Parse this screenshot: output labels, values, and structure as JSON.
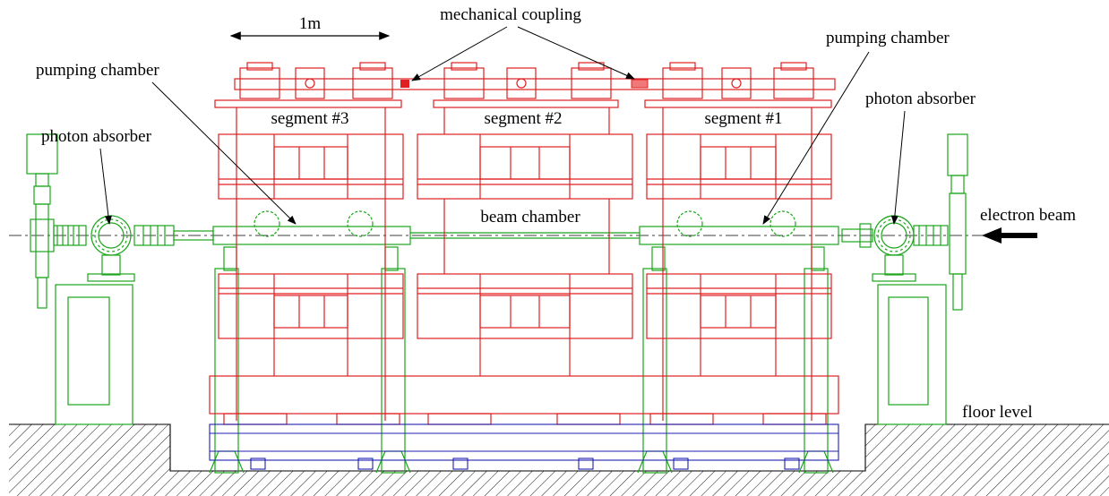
{
  "labels": {
    "scale": "1m",
    "mechanical_coupling": "mechanical coupling",
    "pumping_chamber_left": "pumping chamber",
    "pumping_chamber_right": "pumping chamber",
    "photon_absorber_left": "photon absorber",
    "photon_absorber_right": "photon absorber",
    "segment_3": "segment #3",
    "segment_2": "segment #2",
    "segment_1": "segment #1",
    "beam_chamber": "beam chamber",
    "electron_beam": "electron beam",
    "floor_level": "floor level"
  },
  "colors": {
    "magnet": "#e02020",
    "vacuum": "#1aa51a",
    "support": "#2020b0",
    "annotation": "#000000"
  }
}
